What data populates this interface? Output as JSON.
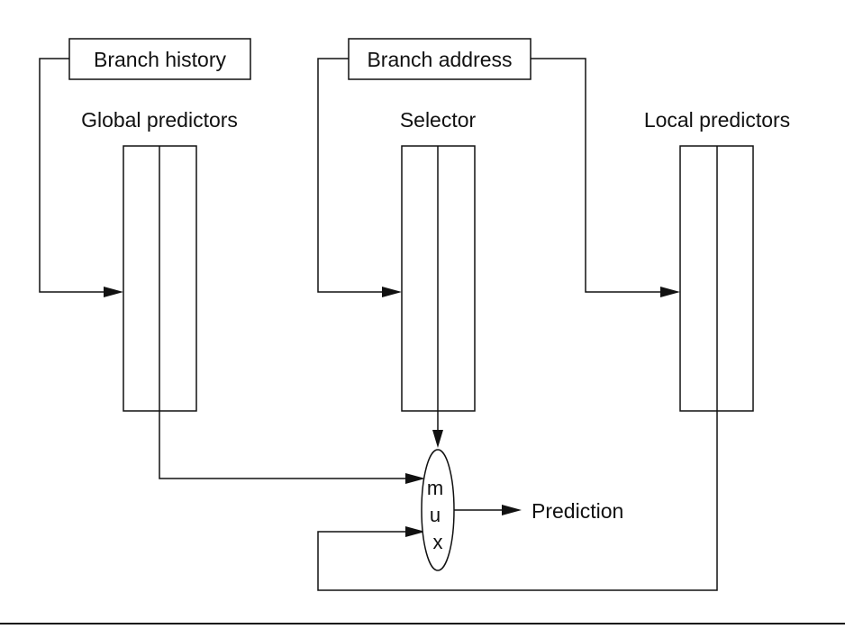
{
  "labels": {
    "branch_history": "Branch history",
    "branch_address": "Branch address",
    "global_predictors": "Global predictors",
    "selector": "Selector",
    "local_predictors": "Local predictors",
    "prediction": "Prediction"
  },
  "mux": {
    "m": "m",
    "u": "u",
    "x": "x"
  },
  "colors": {
    "stroke": "#111111",
    "background": "#ffffff"
  }
}
